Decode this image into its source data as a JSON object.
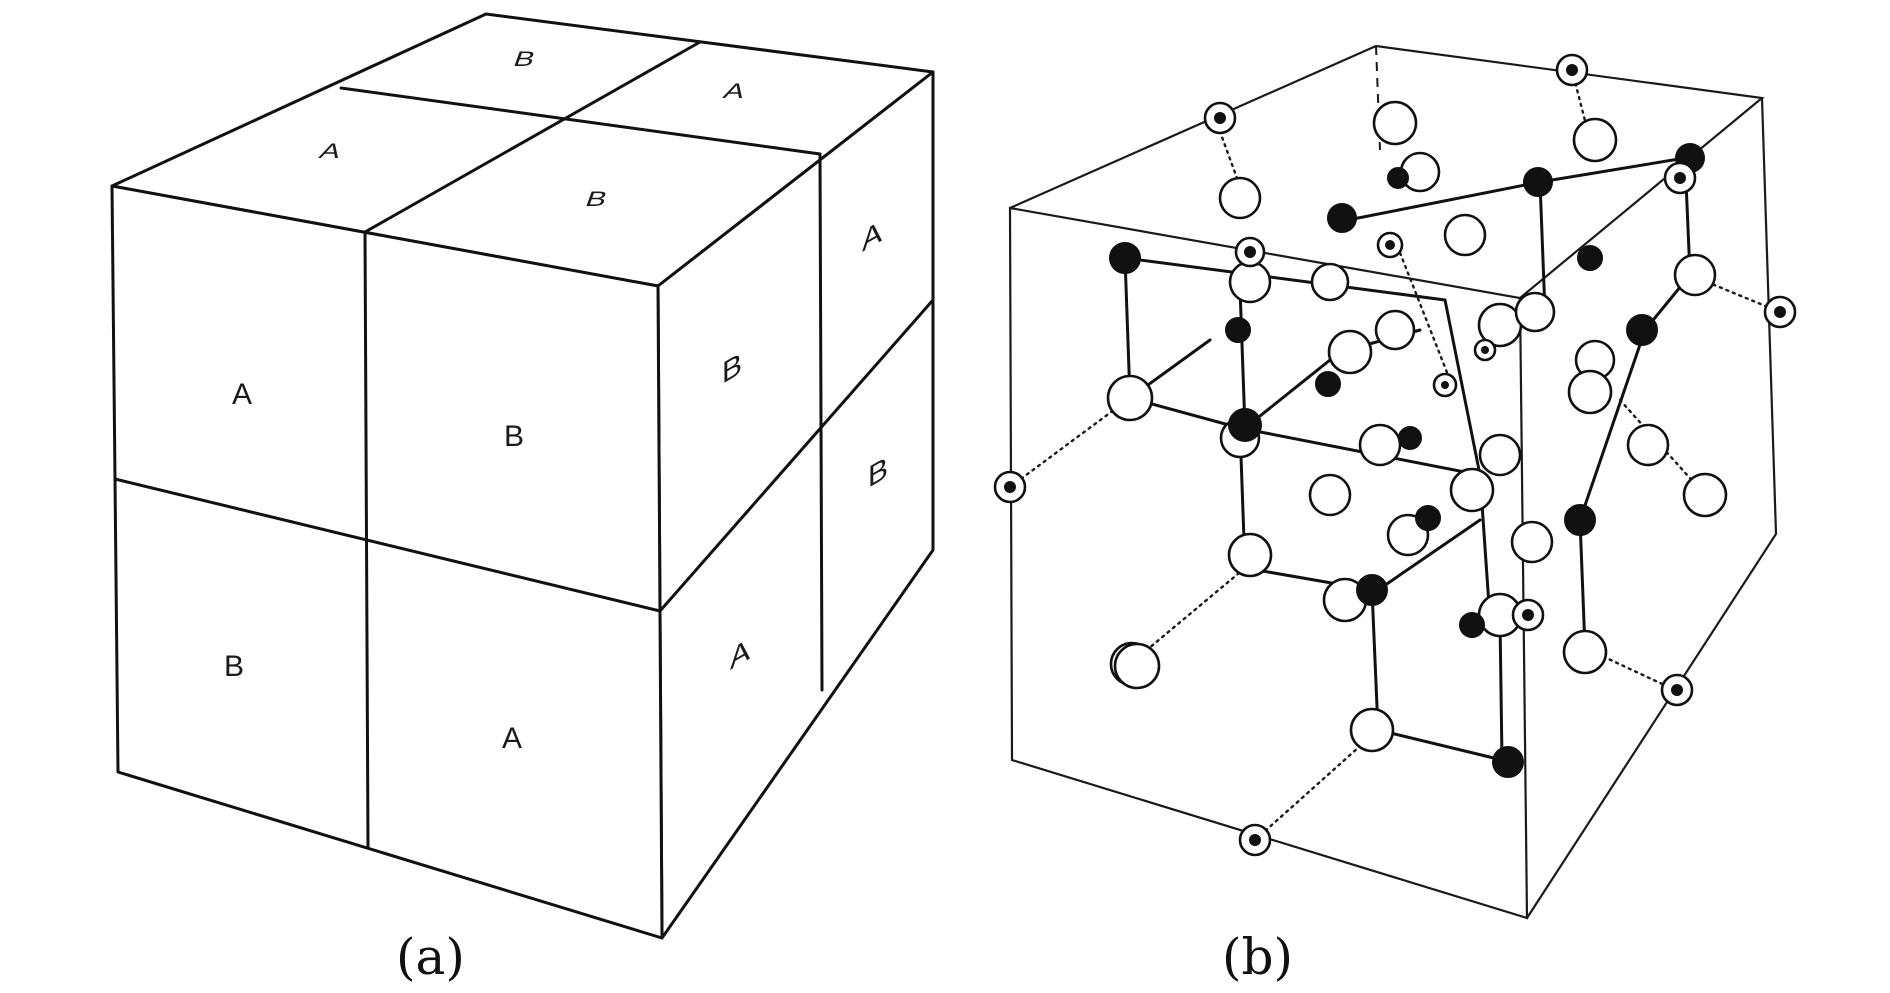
{
  "figure": {
    "panel_a": {
      "caption": "(a)",
      "front_face_labels": [
        "A",
        "B",
        "B",
        "A"
      ],
      "top_face_labels": [
        "B",
        "A",
        "A",
        "B"
      ],
      "side_face_labels": [
        "A",
        "B",
        "B",
        "A"
      ]
    },
    "panel_b": {
      "caption": "(b)"
    }
  },
  "colors": {
    "ink": "#111111",
    "background": "#ffffff"
  }
}
